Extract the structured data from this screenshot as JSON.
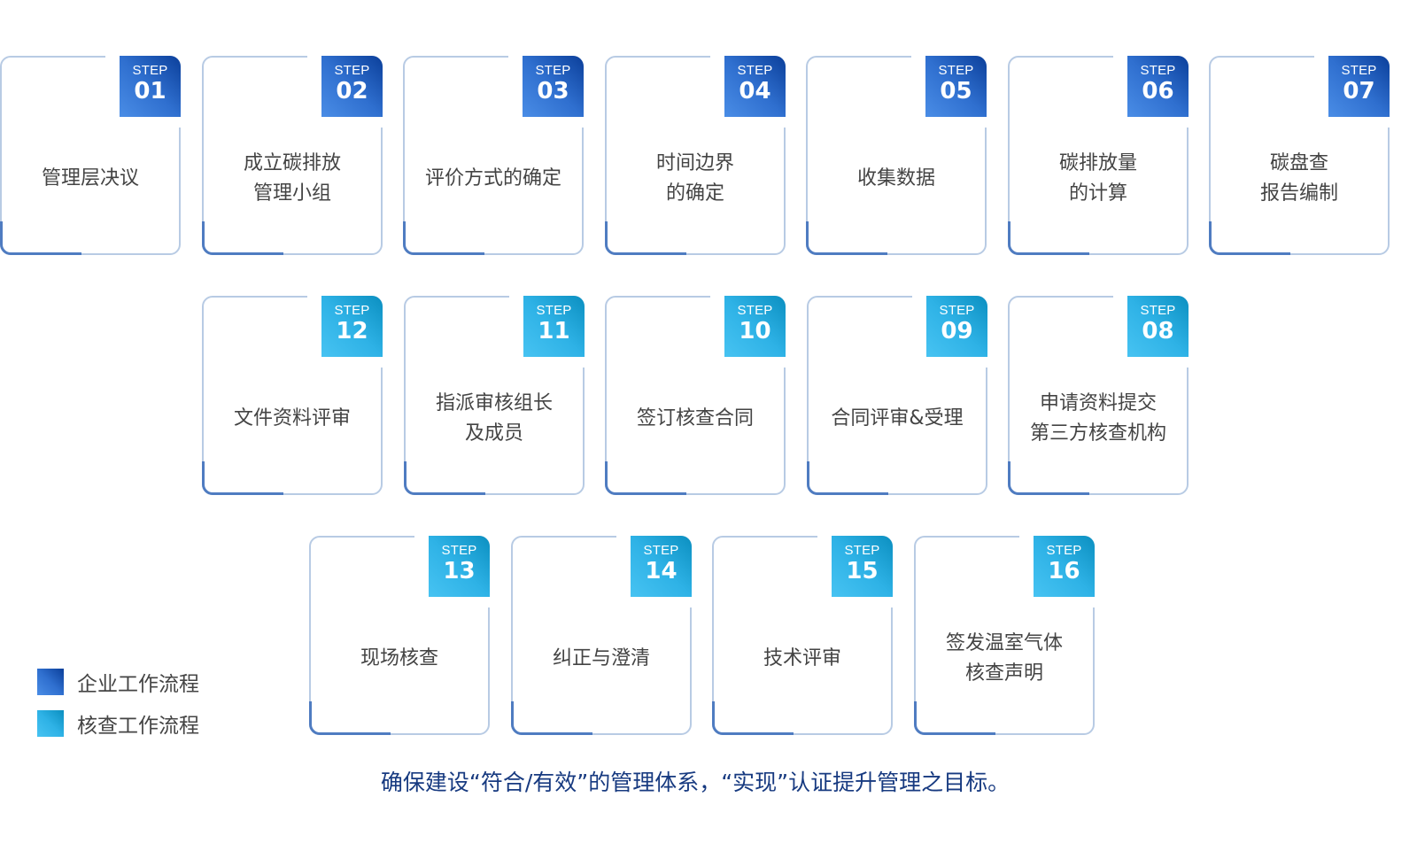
{
  "colors": {
    "corporate_badge": "#2f6fcf",
    "audit_badge": "#2eb2e6",
    "card_border": "#b8cbe4",
    "card_accent": "#4f7cc1",
    "footer_text": "#173a80"
  },
  "step_prefix": "STEP",
  "rows": [
    {
      "cards": [
        {
          "num": "01",
          "type": "corp",
          "label": "管理层决议"
        },
        {
          "num": "02",
          "type": "corp",
          "label": "成立碳排放\n管理小组"
        },
        {
          "num": "03",
          "type": "corp",
          "label": "评价方式的确定"
        },
        {
          "num": "04",
          "type": "corp",
          "label": "时间边界\n的确定"
        },
        {
          "num": "05",
          "type": "corp",
          "label": "收集数据"
        },
        {
          "num": "06",
          "type": "corp",
          "label": "碳排放量\n的计算"
        },
        {
          "num": "07",
          "type": "corp",
          "label": "碳盘查\n报告编制"
        }
      ]
    },
    {
      "cards": [
        {
          "num": "12",
          "type": "audit",
          "label": "文件资料评审"
        },
        {
          "num": "11",
          "type": "audit",
          "label": "指派审核组长\n及成员"
        },
        {
          "num": "10",
          "type": "audit",
          "label": "签订核查合同"
        },
        {
          "num": "09",
          "type": "audit",
          "label": "合同评审&受理"
        },
        {
          "num": "08",
          "type": "audit",
          "label": "申请资料提交\n第三方核查机构"
        }
      ]
    },
    {
      "cards": [
        {
          "num": "13",
          "type": "audit",
          "label": "现场核查"
        },
        {
          "num": "14",
          "type": "audit",
          "label": "纠正与澄清"
        },
        {
          "num": "15",
          "type": "audit",
          "label": "技术评审"
        },
        {
          "num": "16",
          "type": "audit",
          "label": "签发温室气体\n核查声明"
        }
      ]
    }
  ],
  "legend": [
    {
      "label": "企业工作流程",
      "type": "corp"
    },
    {
      "label": "核查工作流程",
      "type": "audit"
    }
  ],
  "footer": "确保建设“符合/有效”的管理体系，“实现”认证提升管理之目标。"
}
